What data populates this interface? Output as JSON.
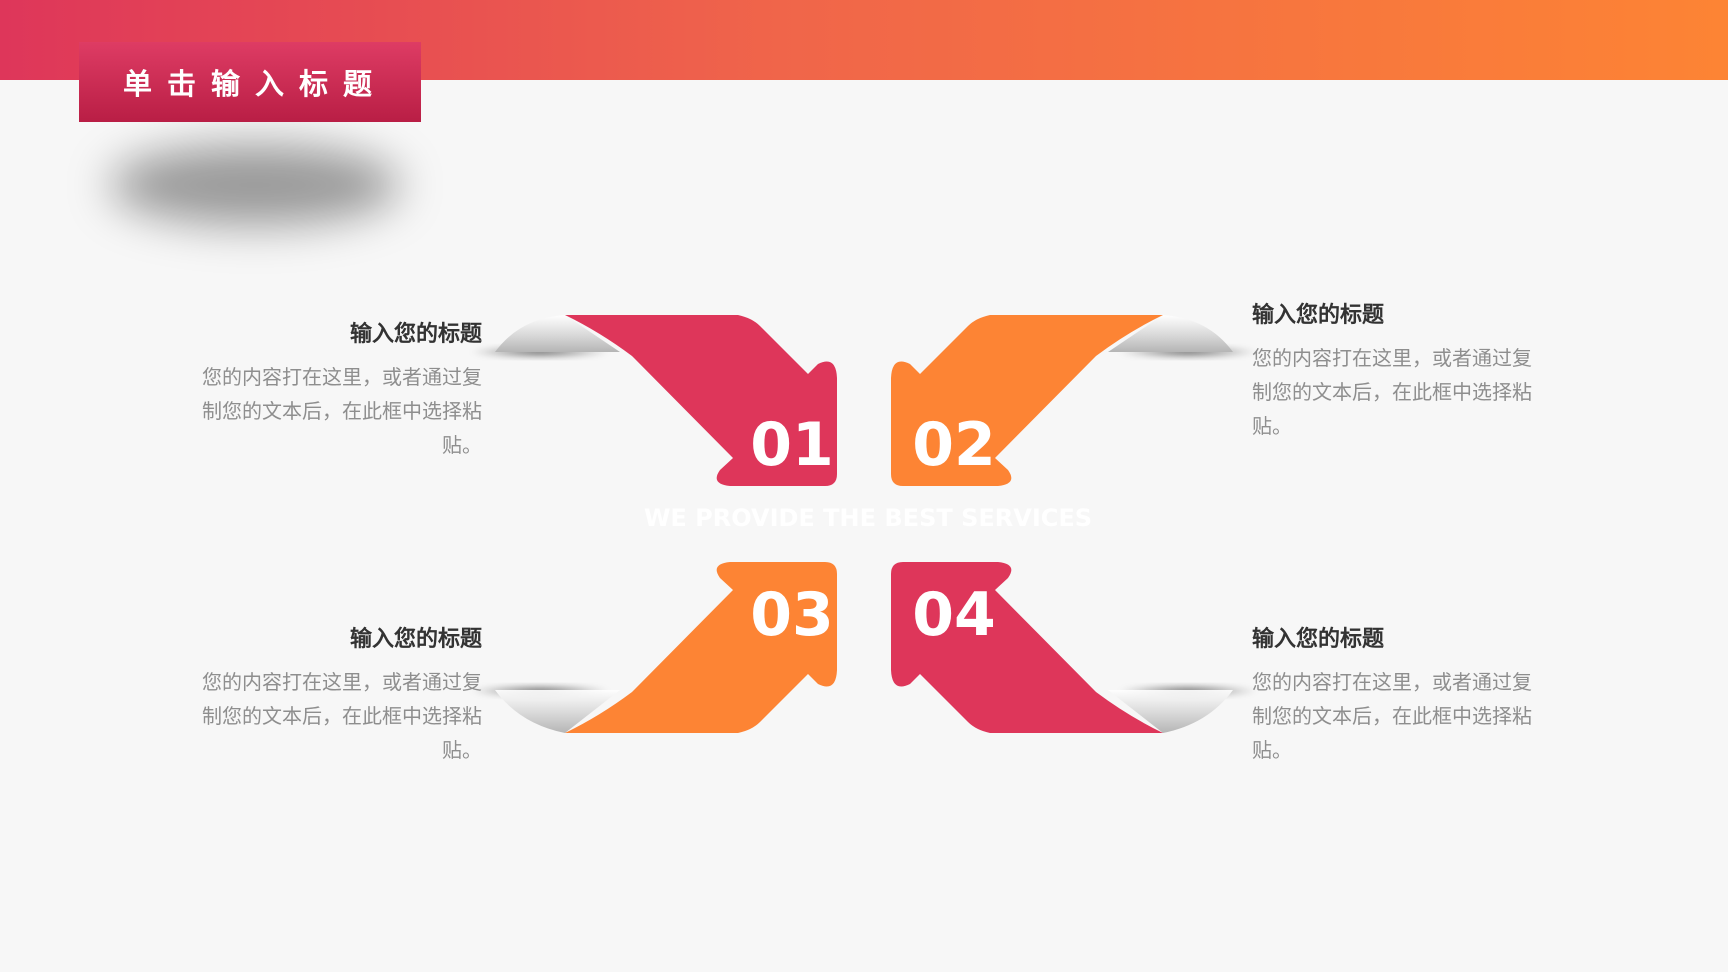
{
  "header": {
    "title": "单击输入标题"
  },
  "diagram": {
    "tagline": "WE PROVIDE THE BEST SERVICES",
    "colors": {
      "pink": "#de365a",
      "orange": "#fd8434"
    },
    "items": [
      {
        "number": "01",
        "title": "输入您的标题",
        "body": "您的内容打在这里，或者通过复制您的文本后，在此框中选择粘贴。"
      },
      {
        "number": "02",
        "title": "输入您的标题",
        "body": "您的内容打在这里，或者通过复制您的文本后，在此框中选择粘贴。"
      },
      {
        "number": "03",
        "title": "输入您的标题",
        "body": "您的内容打在这里，或者通过复制您的文本后，在此框中选择粘贴。"
      },
      {
        "number": "04",
        "title": "输入您的标题",
        "body": "您的内容打在这里，或者通过复制您的文本后，在此框中选择粘贴。"
      }
    ]
  }
}
